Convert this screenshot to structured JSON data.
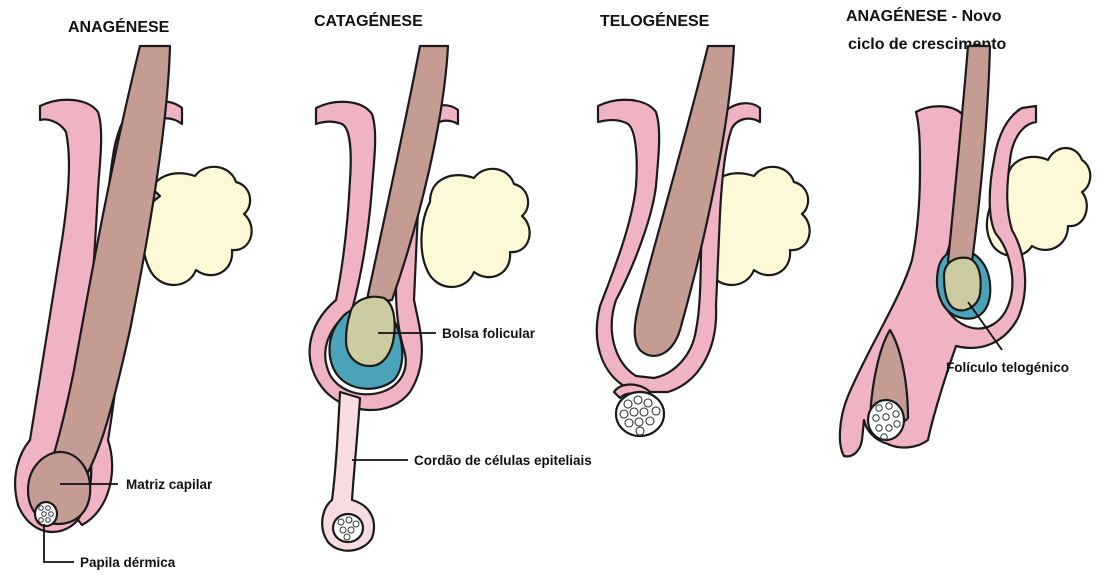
{
  "stages": [
    {
      "title_lines": [
        "ANAGÉNESE"
      ]
    },
    {
      "title_lines": [
        "CATAGÉNESE"
      ]
    },
    {
      "title_lines": [
        "TELOGÉNESE"
      ]
    },
    {
      "title_lines": [
        "ANAGÉNESE - Novo",
        "ciclo de crescimento"
      ]
    }
  ],
  "labels": {
    "matriz_capilar": "Matriz capilar",
    "papila_dermica": "Papila dérmica",
    "bolsa_folicular": "Bolsa folicular",
    "cordao": "Cordão de células epiteliais",
    "foliculo_telogenico": "Folículo telogénico"
  },
  "colors": {
    "skin_pink": "#f0b3c3",
    "hair_shaft": "#c49c94",
    "gland_yellow": "#fdf8d6",
    "club_olive": "#cccca0",
    "sheath_teal": "#4aa3b8",
    "cord_light_pink": "#f7dde2",
    "outline": "#1a1a1a"
  }
}
